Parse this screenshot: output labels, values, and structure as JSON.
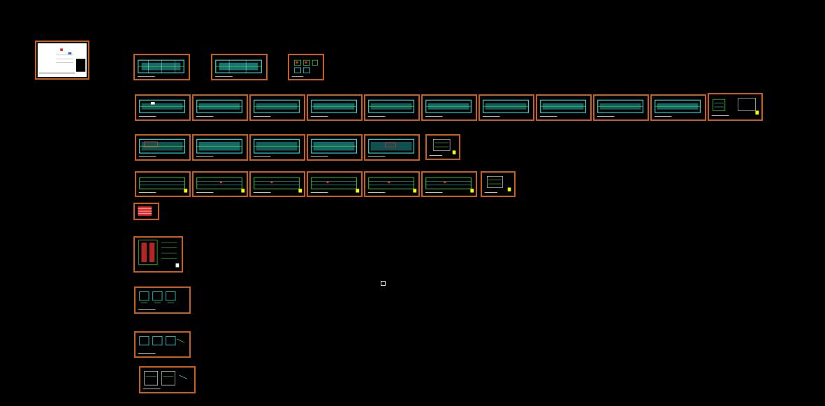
{
  "window": {
    "background": "#000000"
  },
  "colors": {
    "frame": "#c8601a",
    "drawing": "#2ee6e6",
    "detail": "#3ad23a",
    "accent": "#e03030",
    "white": "#ffffff"
  },
  "icons": {
    "cursor": "pickbox-cursor-icon"
  },
  "sheets": {
    "row_index": [
      "cover",
      "row-1",
      "row-2",
      "row-3",
      "row-4",
      "schedules",
      "details"
    ]
  }
}
